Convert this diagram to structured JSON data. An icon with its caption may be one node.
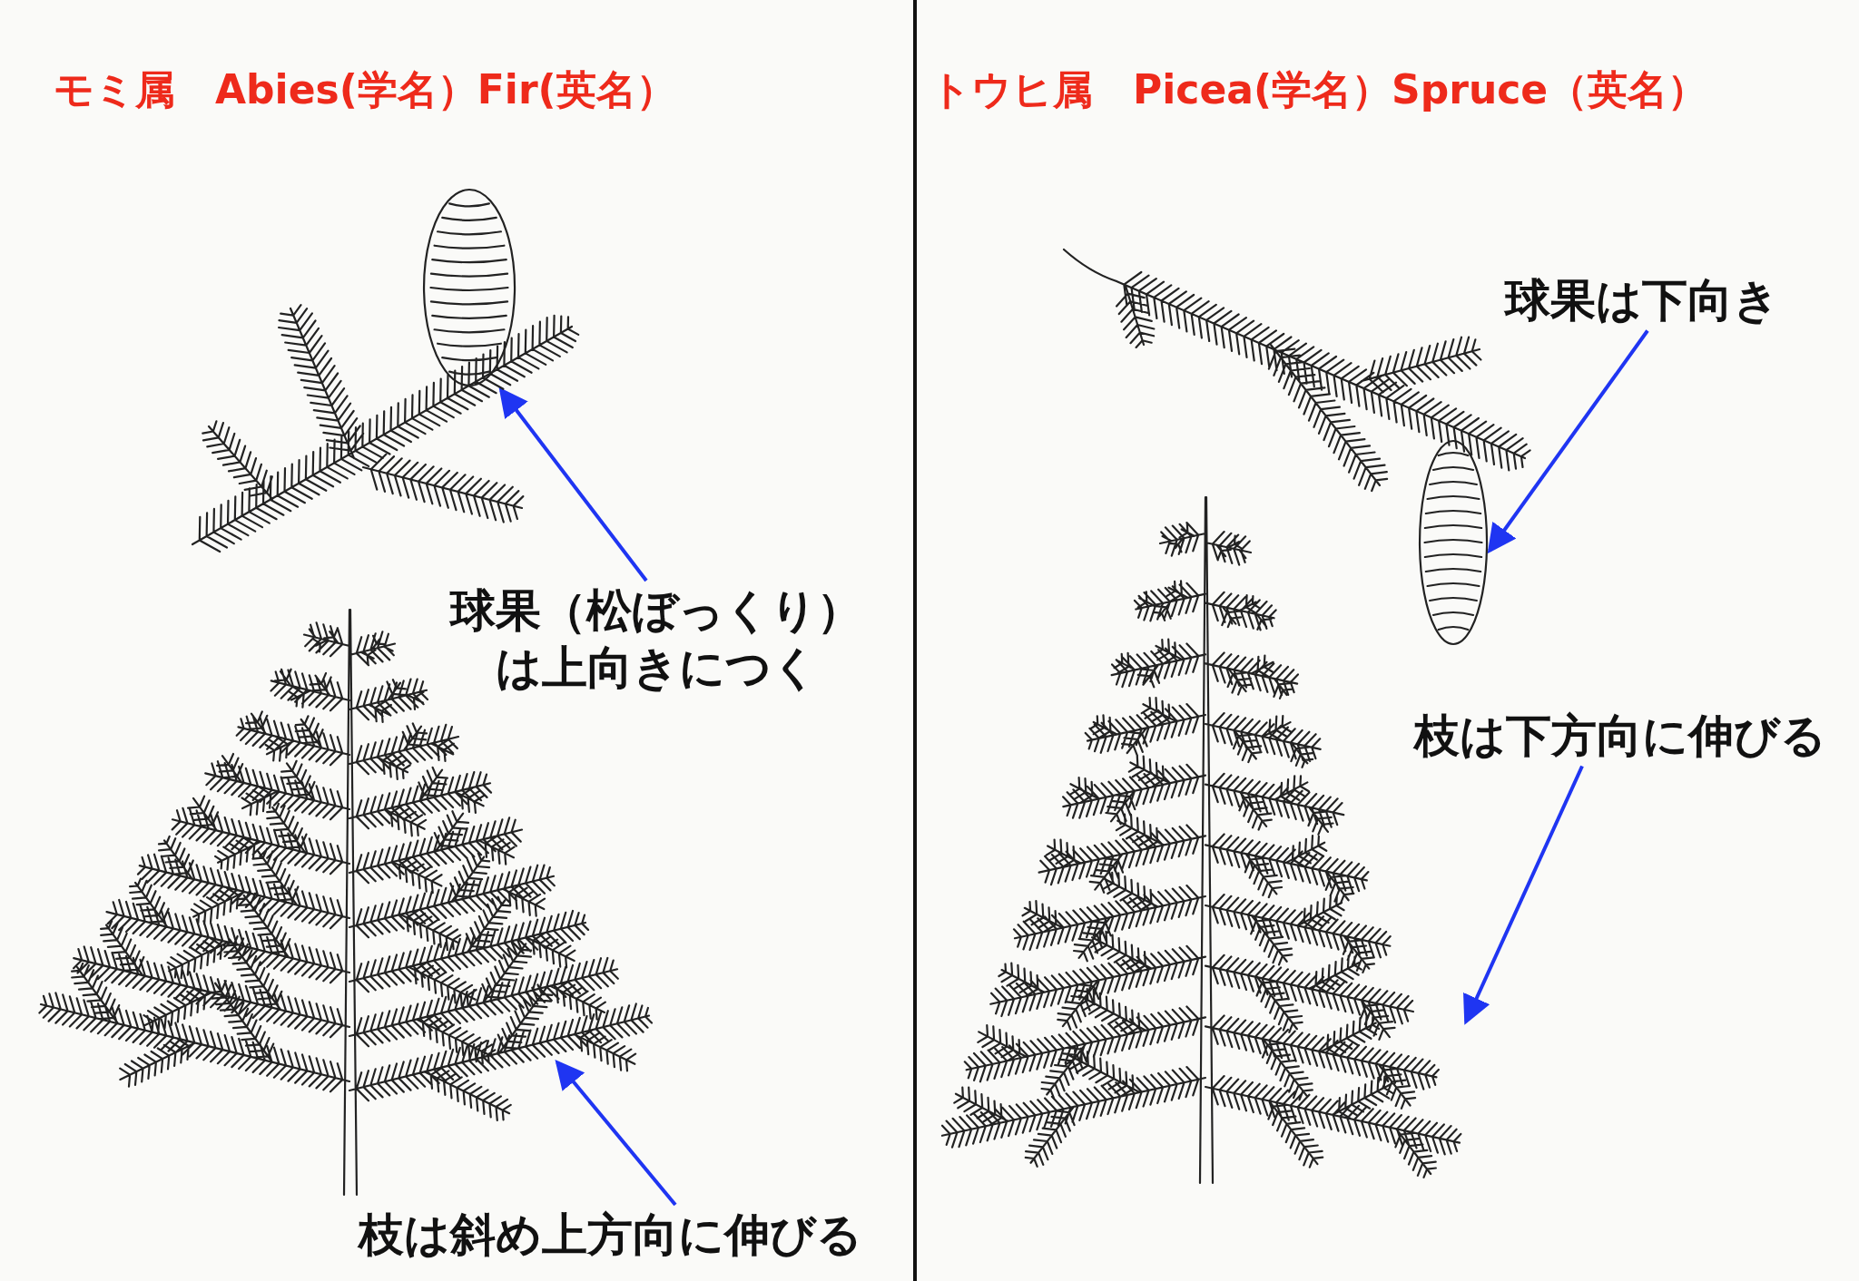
{
  "diagram": {
    "nodes": [
      {
        "text": [
          "球果（松ぼっくり）は上向きにつく"
        ]
      },
      {
        "text": [],
        "shape": "picture"
      },
      {
        "text": [
          "枝は斜め上方向に伸びる"
        ]
      },
      {
        "text": [],
        "shape": "picture"
      },
      {
        "text": [
          "球果は下向き"
        ]
      },
      {
        "text": [],
        "shape": "picture"
      },
      {
        "text": [
          "枝は下方向に伸びる"
        ]
      },
      {
        "text": [],
        "shape": "picture"
      }
    ],
    "edges": [
      {
        "from": 0,
        "to": 1,
        "arrow": "to"
      },
      {
        "from": 2,
        "to": 3,
        "arrow": "to"
      },
      {
        "from": 4,
        "to": 5,
        "arrow": "to"
      },
      {
        "from": 6,
        "to": 7,
        "arrow": "to"
      }
    ],
    "labels": [
      "モミ属　Abies(学名）Fir(英名）",
      "トウヒ属　Picea(学名）Spruce（英名）"
    ]
  }
}
